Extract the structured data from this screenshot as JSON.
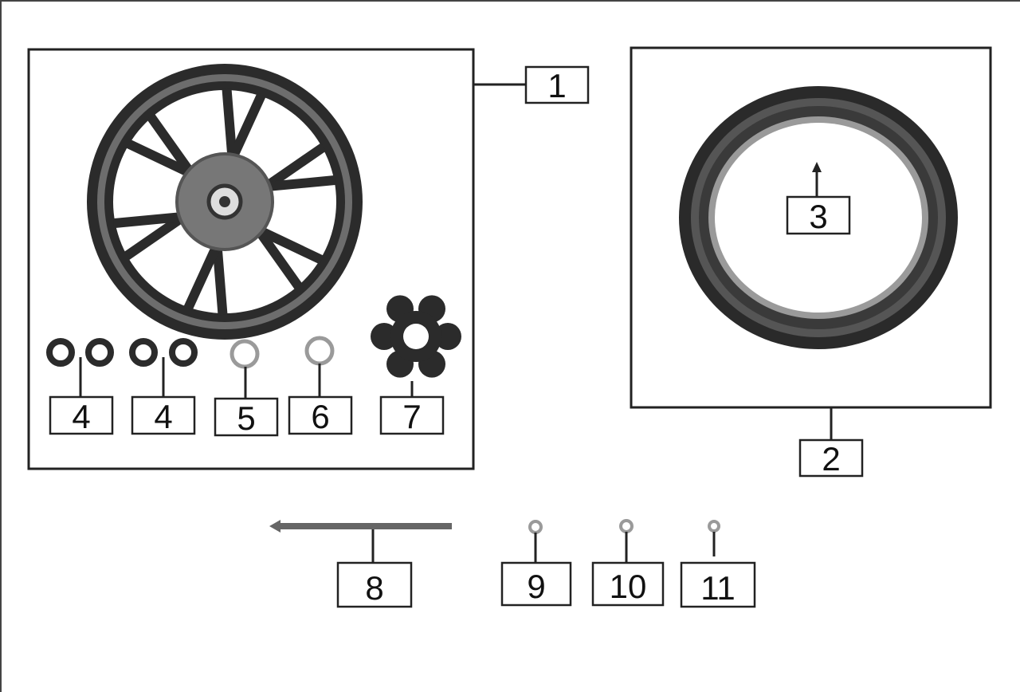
{
  "colors": {
    "ink": "#1a1a1a",
    "frame": "#222222",
    "part_dark": "#2b2b2b",
    "part_mid": "#5a5a5a",
    "part_light": "#9a9a9a"
  },
  "callouts": {
    "c1": "1",
    "c2": "2",
    "c3": "3",
    "c4a": "4",
    "c4b": "4",
    "c5": "5",
    "c6": "6",
    "c7": "7",
    "c8": "8",
    "c9": "9",
    "c10": "10",
    "c11": "11"
  },
  "parts": {
    "wheel_assembly": {
      "icon": "wheel-rim-icon",
      "callout": "1"
    },
    "tire_assembly": {
      "icon": "tire-icon",
      "callout": "2"
    },
    "tire": {
      "icon": "tire-icon",
      "callout": "3"
    },
    "bearing_a": {
      "icon": "bearing-icon",
      "callout": "4"
    },
    "bearing_b": {
      "icon": "bearing-icon",
      "callout": "4"
    },
    "washer_a": {
      "icon": "washer-icon",
      "callout": "5"
    },
    "washer_b": {
      "icon": "washer-icon",
      "callout": "6"
    },
    "damper": {
      "icon": "damper-rubber-icon",
      "callout": "7"
    },
    "axle": {
      "icon": "axle-icon",
      "callout": "8"
    },
    "nut_9": {
      "icon": "nut-icon",
      "callout": "9"
    },
    "nut_10": {
      "icon": "nut-icon",
      "callout": "10"
    },
    "nut_11": {
      "icon": "nut-icon",
      "callout": "11"
    }
  }
}
